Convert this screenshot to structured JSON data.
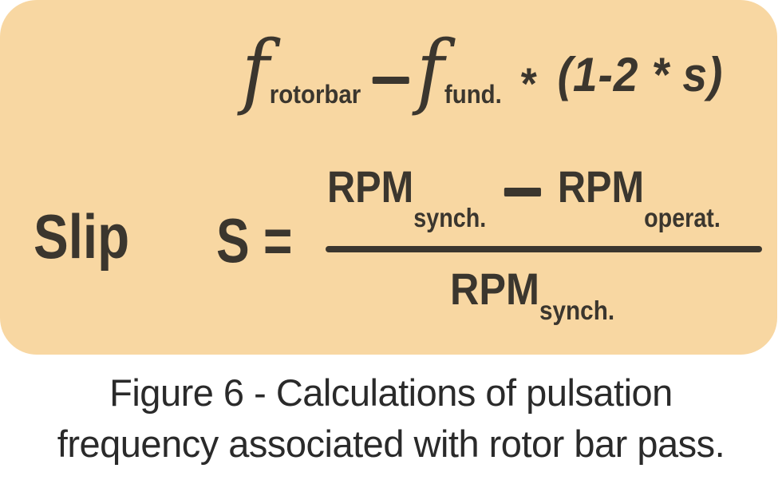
{
  "figure": {
    "colors": {
      "box_bg": "#F8D7A2",
      "formula_ink": "#3B362E",
      "caption_ink": "#2A2A2A"
    },
    "pulsation_formula": {
      "f1_symbol": "f",
      "f1_subscript": "rotorbar",
      "minus": "—",
      "f2_symbol": "f",
      "f2_subscript": "fund.",
      "star": "*",
      "expression": "(1-2 * s)"
    },
    "slip_formula": {
      "label": "Slip",
      "lhs": "S =",
      "numerator": {
        "rpm1": "RPM",
        "rpm1_subscript": "synch.",
        "minus": "—",
        "rpm2": "RPM",
        "rpm2_subscript": "operat."
      },
      "denominator": {
        "rpm": "RPM",
        "rpm_subscript": "synch."
      }
    },
    "caption": {
      "line1": "Figure 6 - Calculations of pulsation",
      "line2": "frequency associated with rotor bar pass."
    }
  }
}
